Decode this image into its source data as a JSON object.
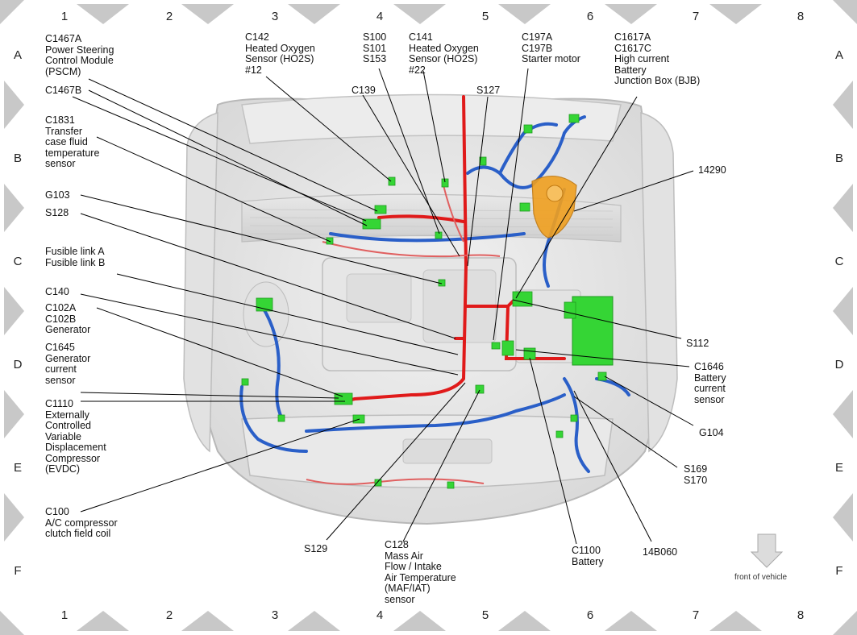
{
  "grid": {
    "columns": [
      "1",
      "2",
      "3",
      "4",
      "5",
      "6",
      "7",
      "8"
    ],
    "rows": [
      "A",
      "B",
      "C",
      "D",
      "E",
      "F"
    ]
  },
  "labels": {
    "c1467a": "C1467A\nPower Steering\nControl Module\n(PSCM)",
    "c142": "C142\nHeated Oxygen\nSensor (HO2S)\n#12",
    "s100": "S100\nS101\nS153",
    "c141": "C141\nHeated Oxygen\nSensor (HO2S)\n#22",
    "c197a": "C197A\nC197B\nStarter motor",
    "c1617a": "C1617A\nC1617C\nHigh current\nBattery\nJunction Box (BJB)",
    "c139": "C139",
    "s127": "S127",
    "c1467b": "C1467B",
    "c1831": "C1831\nTransfer\ncase fluid\ntemperature\nsensor",
    "l14290": "14290",
    "g103": "G103",
    "s128": "S128",
    "fusible": "Fusible link A\nFusible link B",
    "c140": "C140",
    "c102a": "C102A\nC102B\nGenerator",
    "s112": "S112",
    "c1645": "C1645\nGenerator\ncurrent\nsensor",
    "c1646": "C1646\nBattery\ncurrent\nsensor",
    "c1110": "C1110\nExternally\nControlled\nVariable\nDisplacement\nCompressor\n(EVDC)",
    "g104": "G104",
    "s169": "S169\nS170",
    "c100": "C100\nA/C compressor\nclutch field coil",
    "s129": "S129",
    "c128": "C128\nMass Air\nFlow / Intake\nAir Temperature\n(MAF/IAT)\nsensor",
    "c1100": "C1100\nBattery",
    "l14b060": "14B060"
  },
  "front_of_vehicle": "front of vehicle",
  "colors": {
    "power_harness": "#e01a1a",
    "signal_harness": "#2a5fc8",
    "connector": "#35d535",
    "junction_box": "#f0a020",
    "body_outline": "#b8b8b8",
    "border_triangle": "#c8c8c8"
  }
}
